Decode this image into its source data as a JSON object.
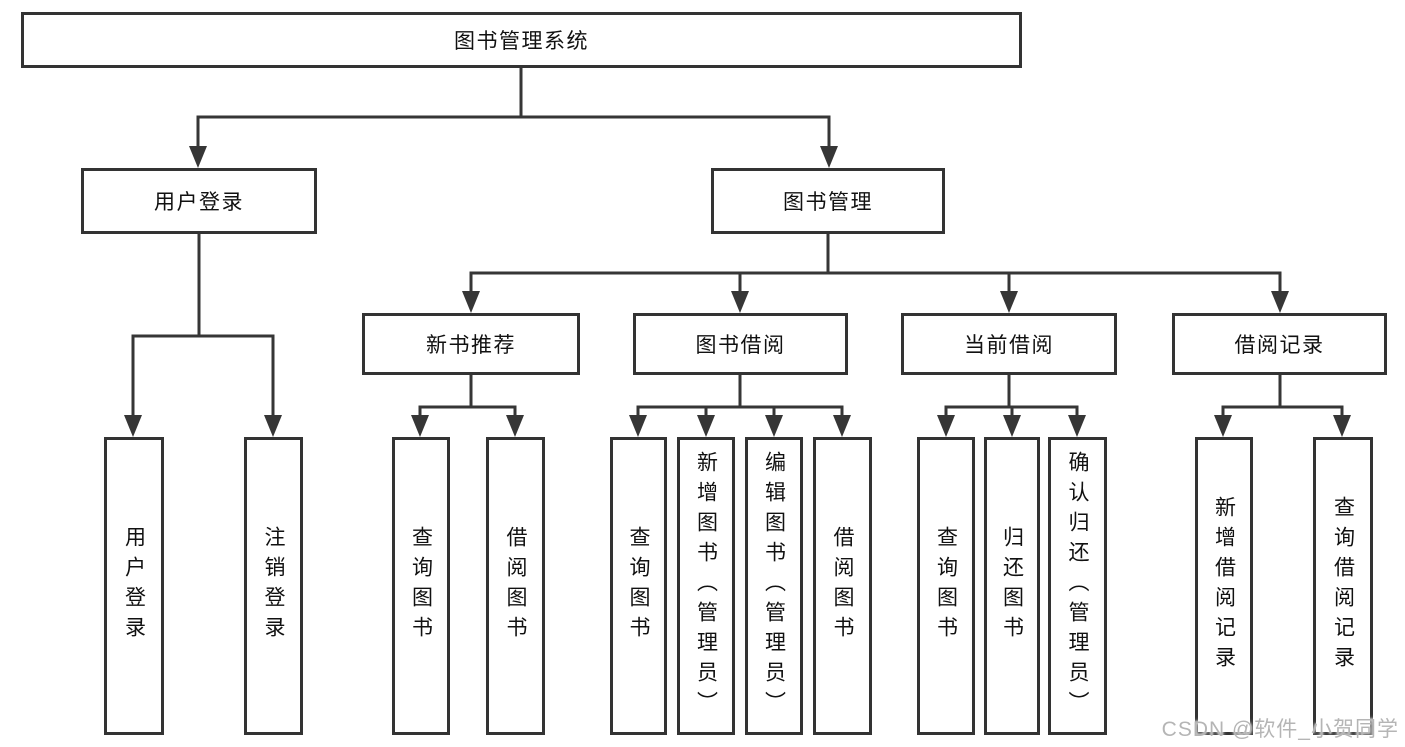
{
  "diagram": {
    "type": "hierarchy-tree",
    "colors": {
      "background": "#ffffff",
      "line": "#363636",
      "box_border": "#333333",
      "text": "#111111",
      "watermark": "#b5b5b5"
    },
    "watermark": "CSDN @软件_小贺同学",
    "nodes": {
      "root": {
        "label": "图书管理系统"
      },
      "level2": [
        {
          "label": "用户登录"
        },
        {
          "label": "图书管理"
        }
      ],
      "level3": [
        {
          "label": "新书推荐"
        },
        {
          "label": "图书借阅"
        },
        {
          "label": "当前借阅"
        },
        {
          "label": "借阅记录"
        }
      ],
      "leaves": [
        {
          "label": "用户登录"
        },
        {
          "label": "注销登录"
        },
        {
          "label": "查询图书"
        },
        {
          "label": "借阅图书"
        },
        {
          "label": "查询图书"
        },
        {
          "label": "新增图书（管理员）"
        },
        {
          "label": "编辑图书（管理员）"
        },
        {
          "label": "借阅图书"
        },
        {
          "label": "查询图书"
        },
        {
          "label": "归还图书"
        },
        {
          "label": "确认归还（管理员）"
        },
        {
          "label": "新增借阅记录"
        },
        {
          "label": "查询借阅记录"
        }
      ]
    },
    "edges": [
      {
        "from": "图书管理系统",
        "to": [
          "用户登录",
          "图书管理"
        ]
      },
      {
        "from": "用户登录",
        "to": [
          "用户登录",
          "注销登录"
        ]
      },
      {
        "from": "图书管理",
        "to": [
          "新书推荐",
          "图书借阅",
          "当前借阅",
          "借阅记录"
        ]
      },
      {
        "from": "新书推荐",
        "to": [
          "查询图书",
          "借阅图书"
        ]
      },
      {
        "from": "图书借阅",
        "to": [
          "查询图书",
          "新增图书（管理员）",
          "编辑图书（管理员）",
          "借阅图书"
        ]
      },
      {
        "from": "当前借阅",
        "to": [
          "查询图书",
          "归还图书",
          "确认归还（管理员）"
        ]
      },
      {
        "from": "借阅记录",
        "to": [
          "新增借阅记录",
          "查询借阅记录"
        ]
      }
    ]
  }
}
